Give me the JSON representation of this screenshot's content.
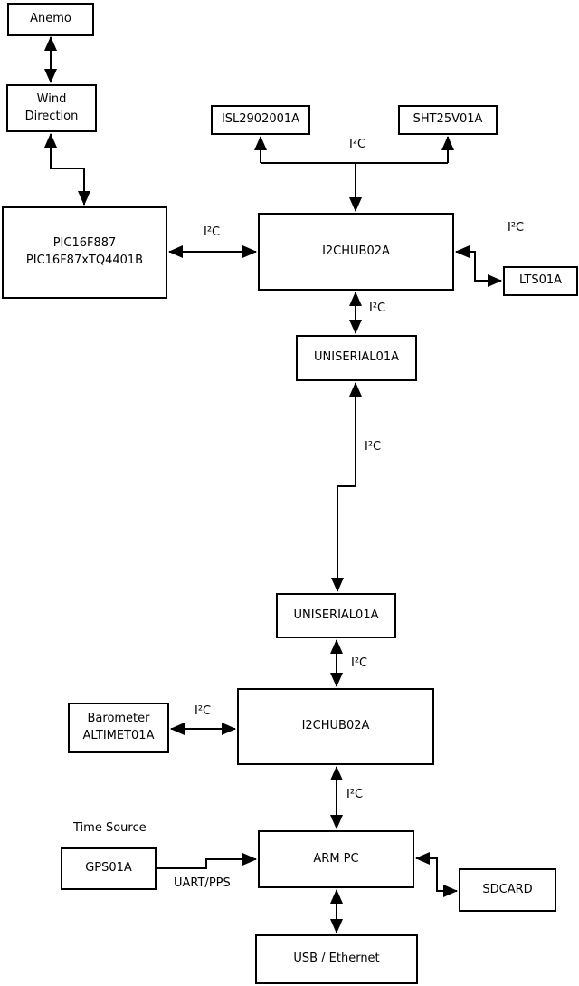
{
  "diagram": {
    "nodes": {
      "anemo": {
        "label": "Anemo"
      },
      "wind_direction": {
        "label": "Wind\nDirection"
      },
      "pic": {
        "label": "PIC16F887\nPIC16F87xTQ4401B"
      },
      "isl": {
        "label": "ISL2902001A"
      },
      "sht": {
        "label": "SHT25V01A"
      },
      "hub1": {
        "label": "I2CHUB02A"
      },
      "lts": {
        "label": "LTS01A"
      },
      "uni1": {
        "label": "UNISERIAL01A"
      },
      "uni2": {
        "label": "UNISERIAL01A"
      },
      "hub2": {
        "label": "I2CHUB02A"
      },
      "barometer": {
        "label": "Barometer\nALTIMET01A"
      },
      "gps": {
        "label": "GPS01A"
      },
      "arm_pc": {
        "label": "ARM PC"
      },
      "sdcard": {
        "label": "SDCARD"
      },
      "usb_ethernet": {
        "label": "USB / Ethernet"
      }
    },
    "edge_labels": {
      "i2c_sensors_bus": "I²C",
      "i2c_pic_hub1": "I²C",
      "i2c_hub1_lts": "I²C",
      "i2c_hub1_uni1": "I²C",
      "i2c_uni1_uni2": "I²C",
      "i2c_uni2_hub2": "I²C",
      "i2c_baro_hub2": "I²C",
      "i2c_hub2_armpc": "I²C",
      "time_source": "Time Source",
      "uart_pps": "UART/PPS"
    },
    "colors": {
      "line": "#000000",
      "background": "#ffffff",
      "text": "#000000"
    }
  }
}
